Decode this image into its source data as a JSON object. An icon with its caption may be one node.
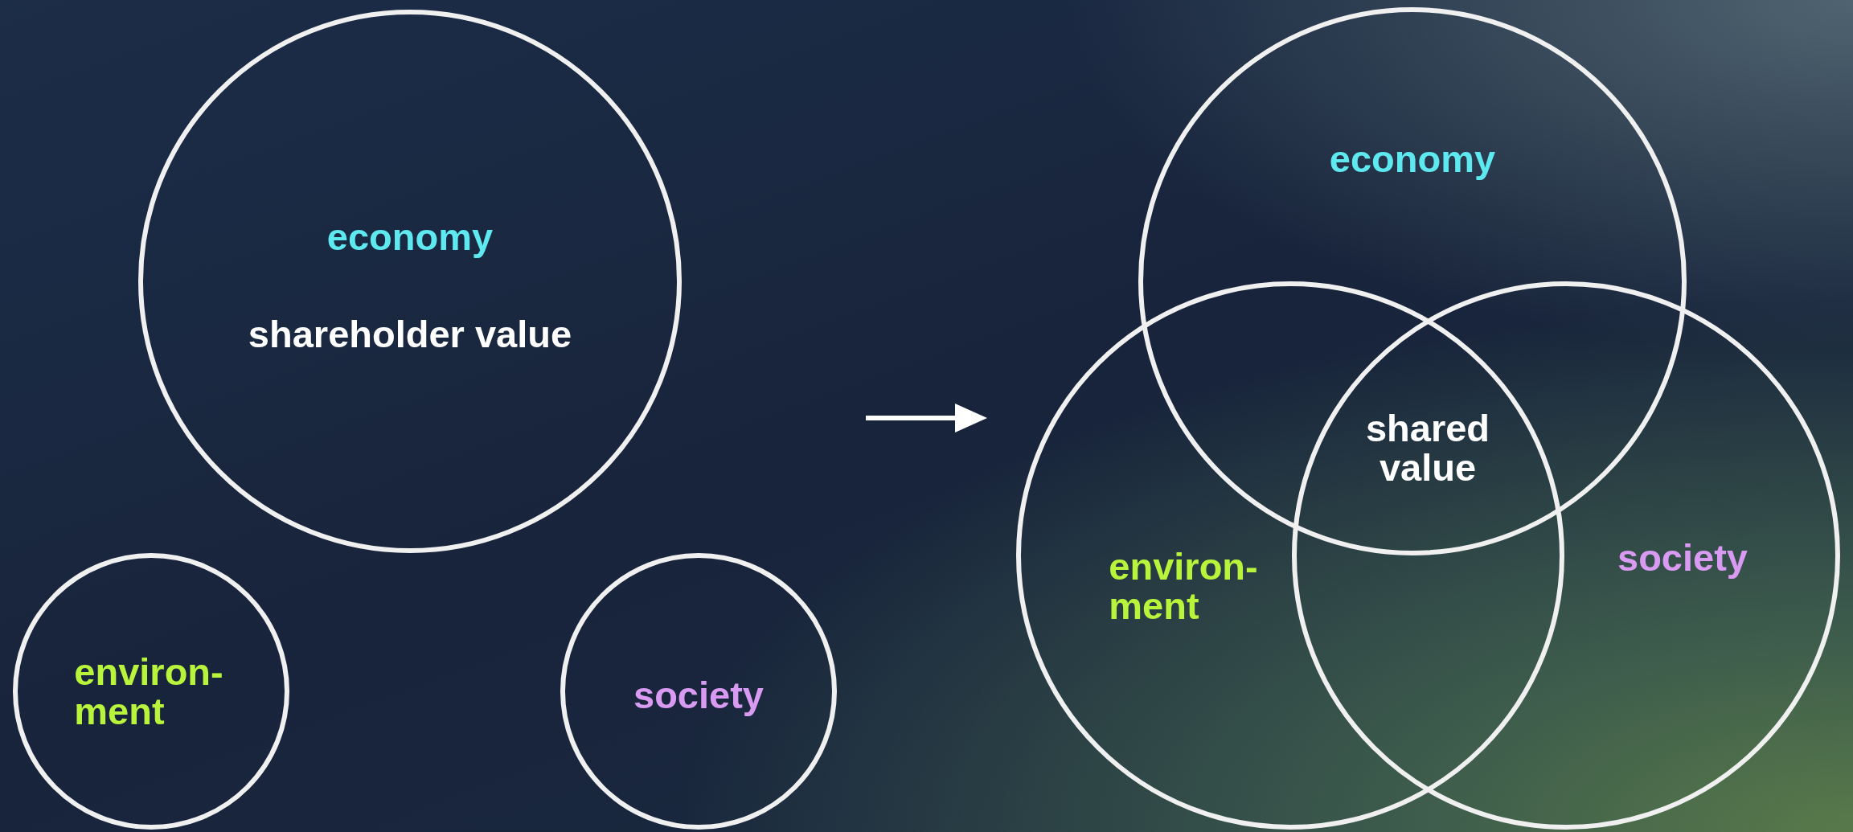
{
  "diagram": {
    "nodes": [
      {
        "text": [
          "economy",
          "shareholder value"
        ]
      },
      {
        "text": [
          "environ- ment"
        ]
      },
      {
        "text": [
          "society"
        ]
      },
      {
        "text": [
          "economy"
        ]
      },
      {
        "text": [
          "environ- ment"
        ]
      },
      {
        "text": [
          "society"
        ]
      }
    ],
    "labels": [
      "shared value"
    ]
  }
}
